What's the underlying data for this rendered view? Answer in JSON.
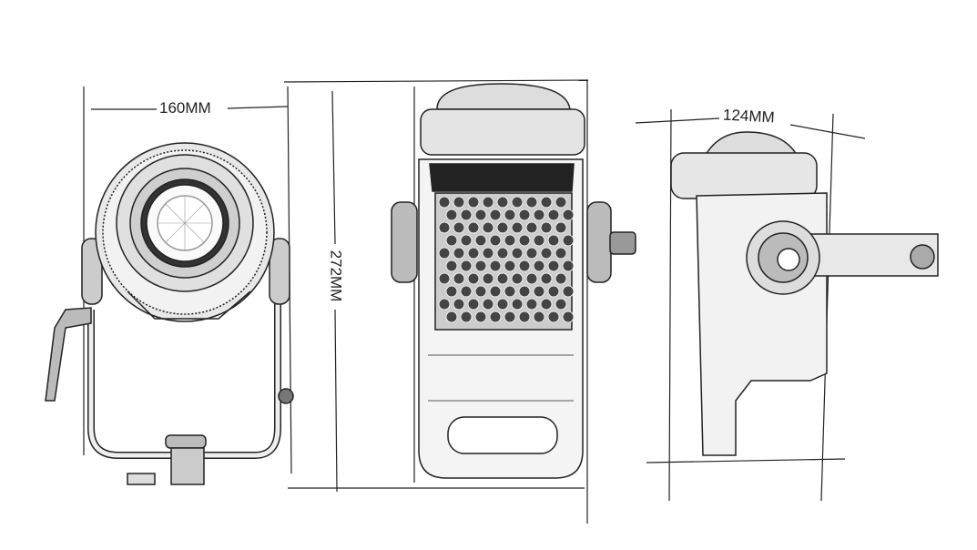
{
  "dimensions": {
    "width": "160MM",
    "height": "272MM",
    "depth": "124MM"
  },
  "colors": {
    "line": "#222222",
    "fill": "#e6e6e6",
    "dark": "#555555"
  }
}
